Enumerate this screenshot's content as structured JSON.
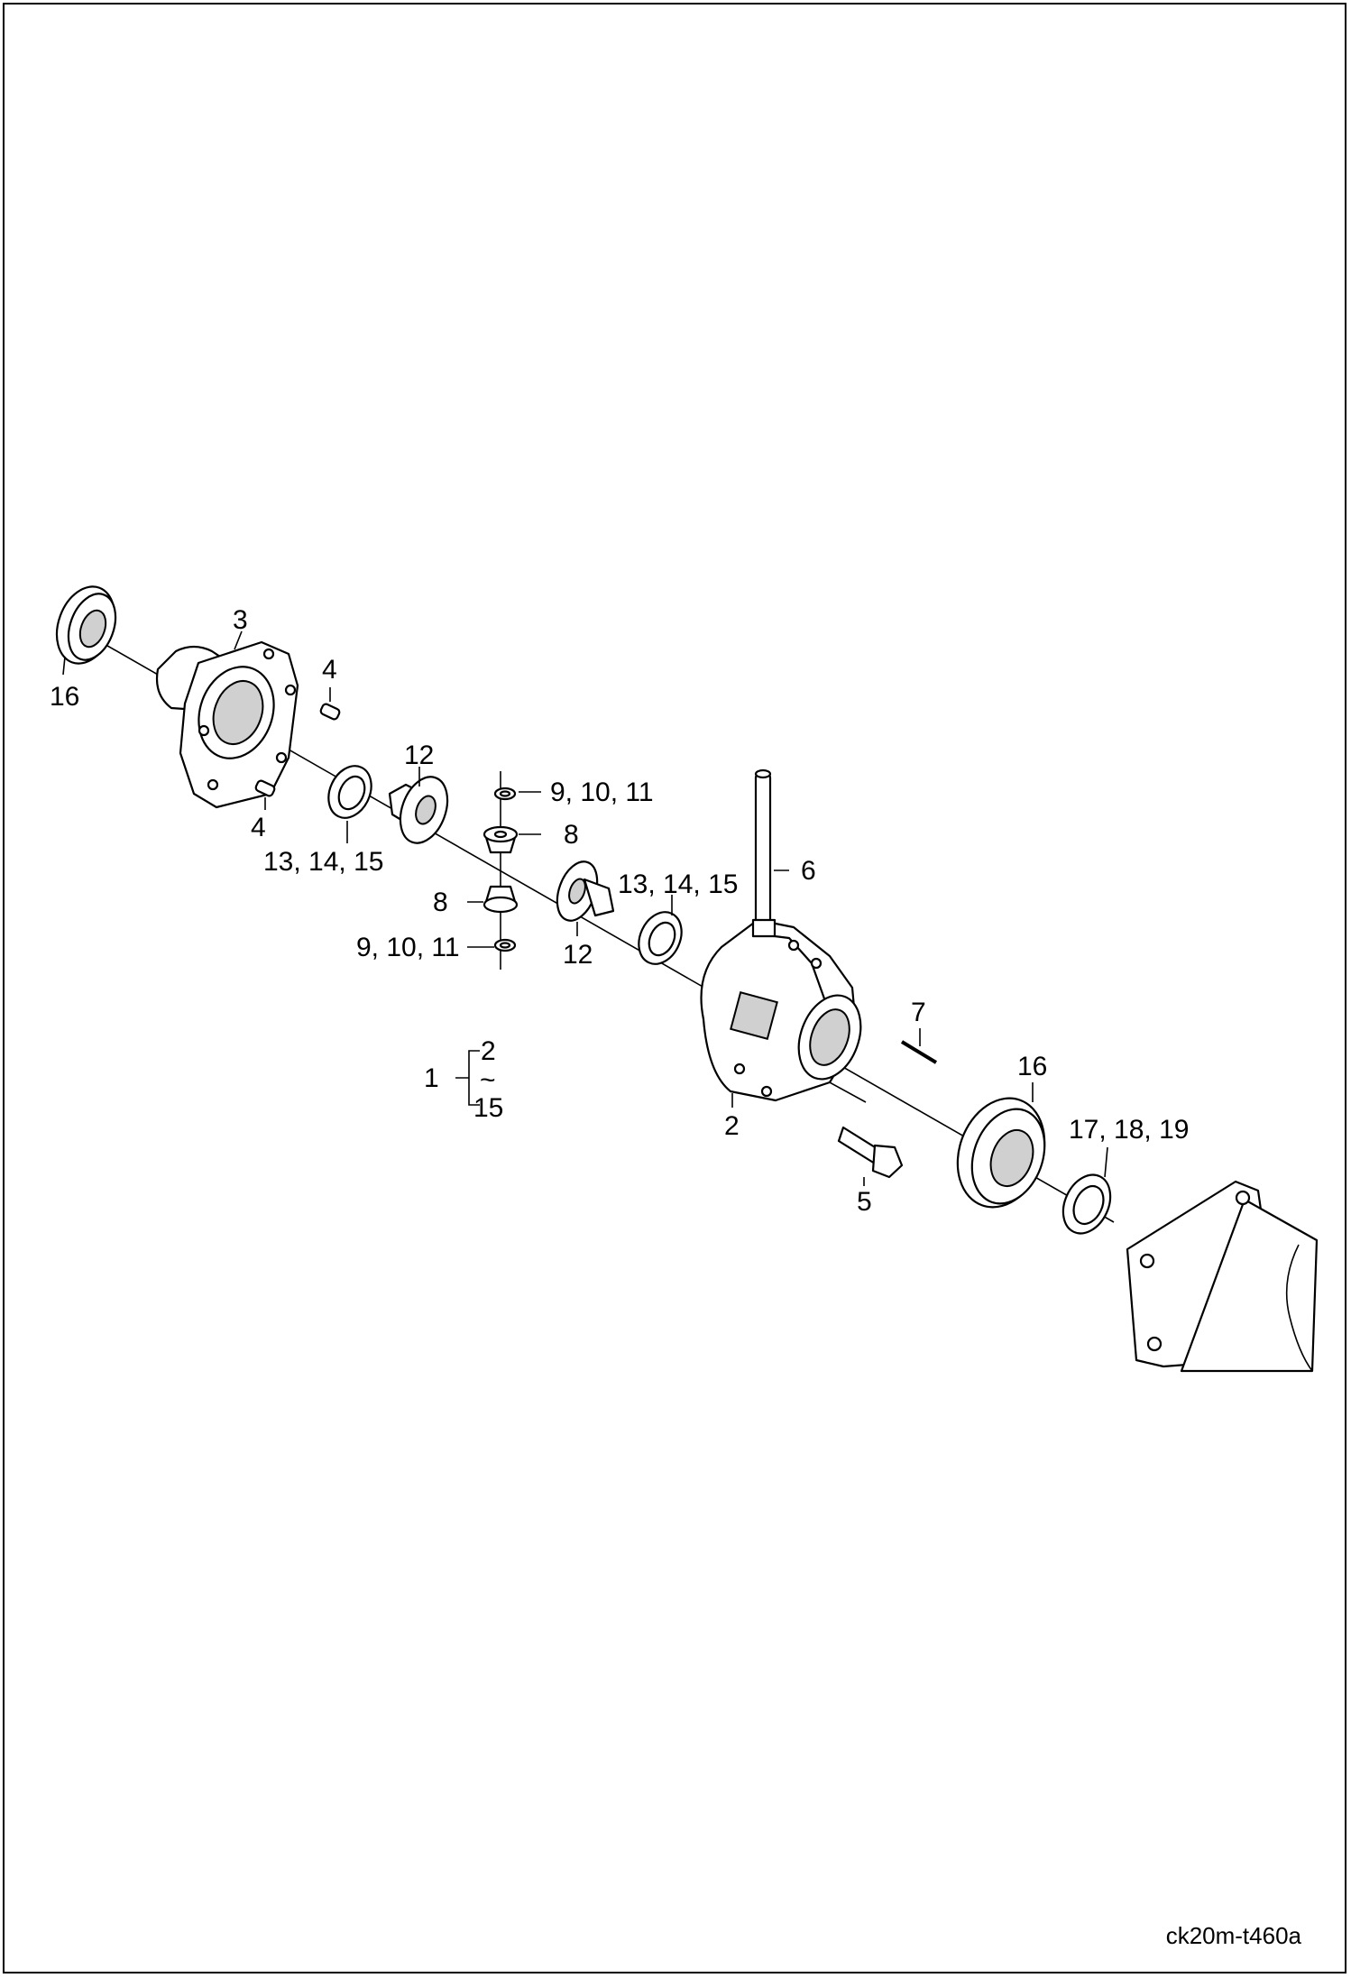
{
  "diagram": {
    "labels": {
      "l16a": "16",
      "l3": "3",
      "l4a": "4",
      "l4b": "4",
      "l13a": "13, 14, 15",
      "l12a": "12",
      "l91011a": "9, 10, 11",
      "l8a": "8",
      "l8b": "8",
      "l91011b": "9, 10, 11",
      "l12b": "12",
      "l13b": "13, 14, 15",
      "l6": "6",
      "l7": "7",
      "l1": "1",
      "l2b": "2",
      "ltilde": "~",
      "l15": "15",
      "l2": "2",
      "l5": "5",
      "l16b": "16",
      "l171819": "17, 18, 19"
    },
    "reference_code": "ck20m-t460a"
  }
}
